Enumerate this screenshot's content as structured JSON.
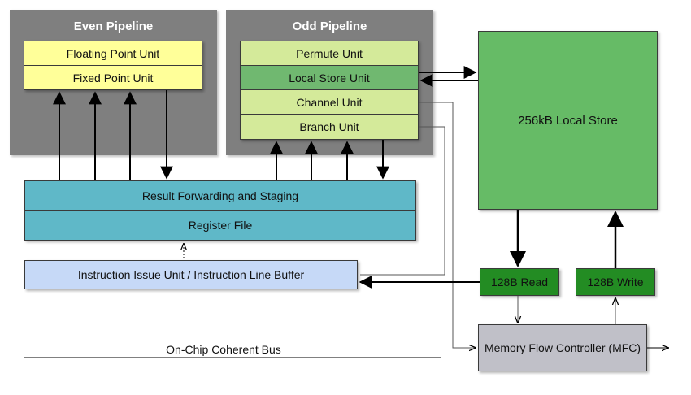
{
  "even_pipeline": {
    "title": "Even Pipeline",
    "units": [
      "Floating Point Unit",
      "Fixed Point Unit"
    ]
  },
  "odd_pipeline": {
    "title": "Odd Pipeline",
    "units": [
      "Permute Unit",
      "Local Store Unit",
      "Channel Unit",
      "Branch Unit"
    ]
  },
  "local_store": {
    "label": "256kB Local Store"
  },
  "staging": {
    "forwarding": "Result Forwarding and Staging",
    "register_file": "Register File"
  },
  "issue_unit": {
    "label": "Instruction Issue Unit / Instruction Line Buffer"
  },
  "read_buffer": {
    "label": "128B Read"
  },
  "write_buffer": {
    "label": "128B Write"
  },
  "mfc": {
    "label": "Memory Flow Controller (MFC)"
  },
  "bus": {
    "label": "On-Chip Coherent Bus"
  },
  "colors": {
    "panel": "#7f7f7f",
    "even_unit": "#ffff99",
    "odd_unit_light": "#d4ea9a",
    "odd_unit_dark": "#70b870",
    "local_store": "#66bb66",
    "staging": "#5fb8c8",
    "issue": "#c6d9f7",
    "buffer": "#238c23",
    "mfc": "#c0c0c8"
  }
}
